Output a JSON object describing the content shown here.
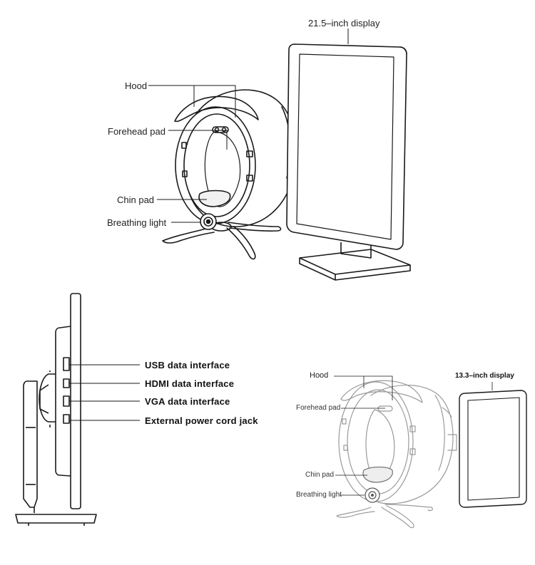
{
  "top_view": {
    "display_label": "21.5–inch display",
    "hood_label": "Hood",
    "forehead_pad_label": "Forehead pad",
    "chin_pad_label": "Chin pad",
    "breathing_light_label": "Breathing light"
  },
  "side_view": {
    "usb_label": "USB data interface",
    "hdmi_label": "HDMI data interface",
    "vga_label": "VGA data interface",
    "power_label": "External power cord jack"
  },
  "small_view": {
    "display_label": "13.3–inch display",
    "hood_label": "Hood",
    "forehead_pad_label": "Forehead pad",
    "chin_pad_label": "Chin pad",
    "breathing_light_label": "Breathing light"
  }
}
